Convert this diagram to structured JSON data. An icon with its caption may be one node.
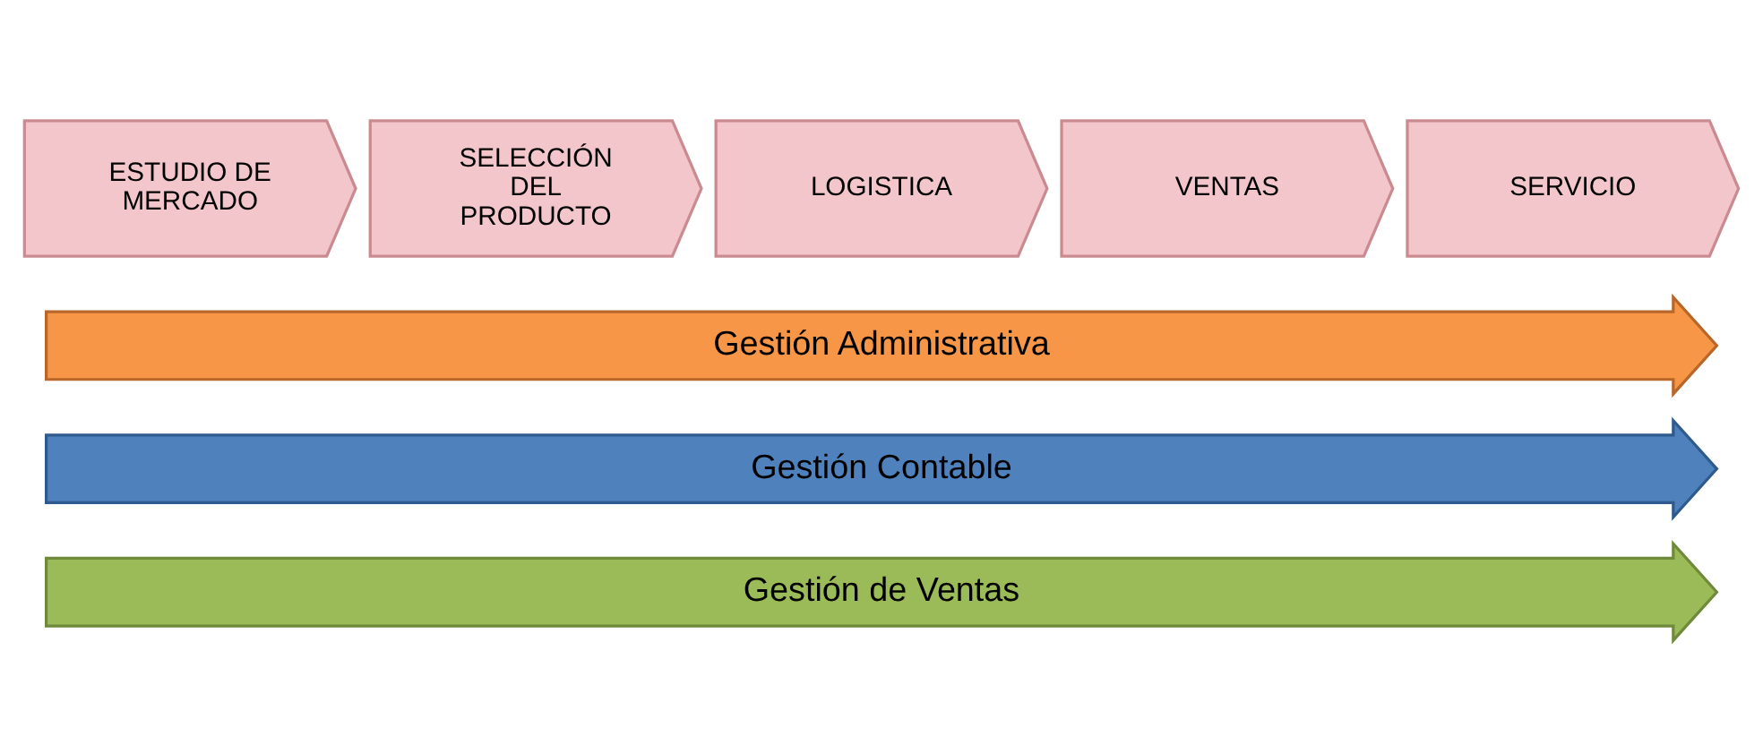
{
  "diagram": {
    "nodes": [
      {
        "text": [
          "ESTUDIO DE MERCADO"
        ]
      },
      {
        "text": [
          "SELECCIÓN DEL PRODUCTO"
        ]
      },
      {
        "text": [
          "LOGISTICA"
        ]
      },
      {
        "text": [
          "VENTAS"
        ]
      },
      {
        "text": [
          "SERVICIO"
        ]
      },
      {
        "text": [
          "Gestión Administrativa"
        ]
      },
      {
        "text": [
          "Gestión Contable"
        ]
      },
      {
        "text": [
          "Gestión de Ventas"
        ]
      }
    ],
    "edges": []
  }
}
